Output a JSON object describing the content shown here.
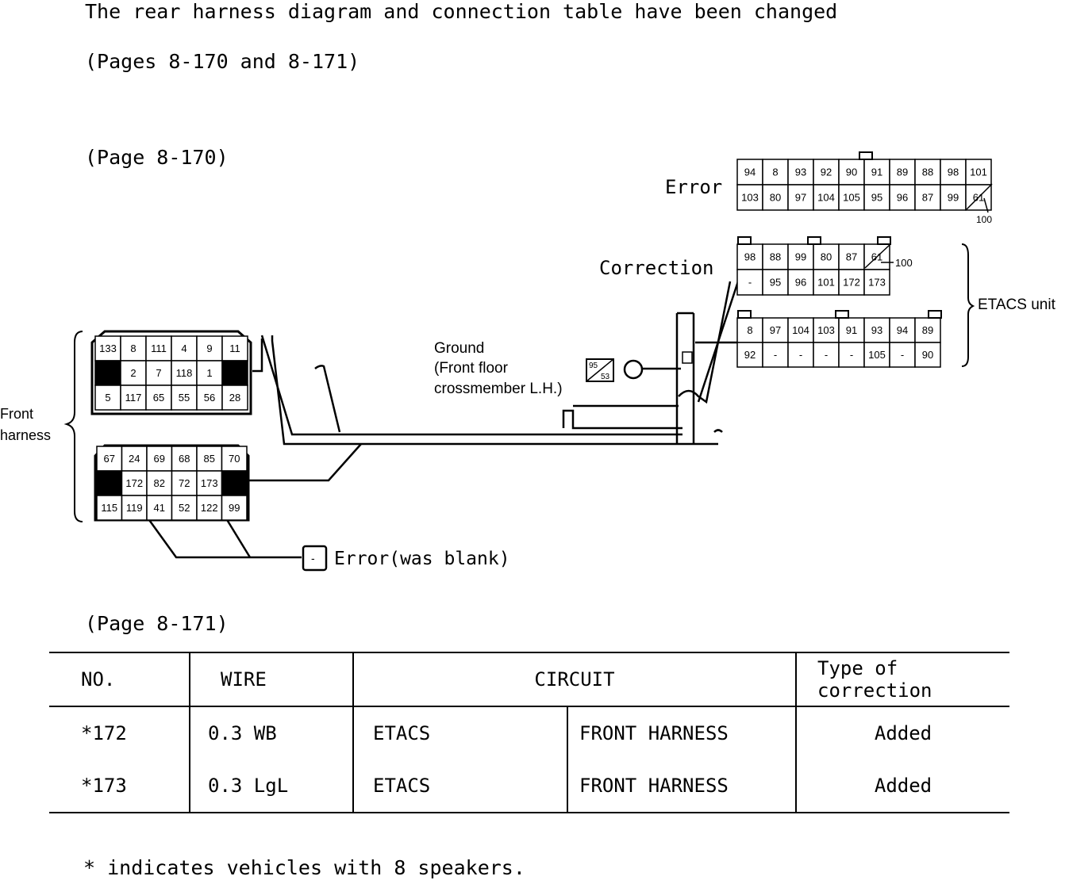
{
  "intro": {
    "line1": "The rear harness diagram and connection table have been changed",
    "line2": "(Pages 8-170 and 8-171)"
  },
  "page170_label": "(Page 8-170)",
  "diagram": {
    "error_label": "Error",
    "correction_label": "Correction",
    "etacs_label": "ETACS unit",
    "front_harness_label_1": "Front",
    "front_harness_label_2": "harness",
    "ground_label_1": "Ground",
    "ground_label_2": "(Front floor",
    "ground_label_3": "crossmember L.H.)",
    "ground_connector_top": "95",
    "ground_connector_bottom": "53",
    "error_blank_label": "Error(was blank)",
    "blank_box_symbol": "-",
    "connector_100_a": "100",
    "connector_100_b": "100",
    "error_connector": {
      "row1": [
        "94",
        "8",
        "93",
        "92",
        "90",
        "91",
        "89",
        "88",
        "98",
        "101"
      ],
      "row2": [
        "103",
        "80",
        "97",
        "104",
        "105",
        "95",
        "96",
        "87",
        "99",
        "61"
      ]
    },
    "correction_connector": {
      "row1": [
        "98",
        "88",
        "99",
        "80",
        "87",
        "61"
      ],
      "row2": [
        "-",
        "95",
        "96",
        "101",
        "172",
        "173"
      ]
    },
    "etacs_lower_connector": {
      "row1": [
        "8",
        "97",
        "104",
        "103",
        "91",
        "93",
        "94",
        "89"
      ],
      "row2": [
        "92",
        "-",
        "-",
        "-",
        "-",
        "105",
        "-",
        "90"
      ]
    },
    "front_upper_connector": {
      "row1": [
        "133",
        "8",
        "111",
        "4",
        "9",
        "11"
      ],
      "row2": [
        "",
        "2",
        "7",
        "118",
        "1",
        ""
      ],
      "row3": [
        "5",
        "117",
        "65",
        "55",
        "56",
        "28"
      ]
    },
    "front_lower_connector": {
      "row1": [
        "67",
        "24",
        "69",
        "68",
        "85",
        "70"
      ],
      "row2": [
        "",
        "172",
        "82",
        "72",
        "173",
        ""
      ],
      "row3": [
        "115",
        "119",
        "41",
        "52",
        "122",
        "99"
      ]
    }
  },
  "page171_label": "(Page 8-171)",
  "table": {
    "headers": {
      "no": "NO.",
      "wire": "WIRE",
      "circuit": "CIRCUIT",
      "type": "Type of correction"
    },
    "rows": [
      {
        "no": "*172",
        "wire": "0.3 WB",
        "from": "ETACS",
        "to": "FRONT HARNESS",
        "type": "Added"
      },
      {
        "no": "*173",
        "wire": "0.3 LgL",
        "from": "ETACS",
        "to": "FRONT HARNESS",
        "type": "Added"
      }
    ]
  },
  "footnote": "* indicates vehicles with 8 speakers."
}
